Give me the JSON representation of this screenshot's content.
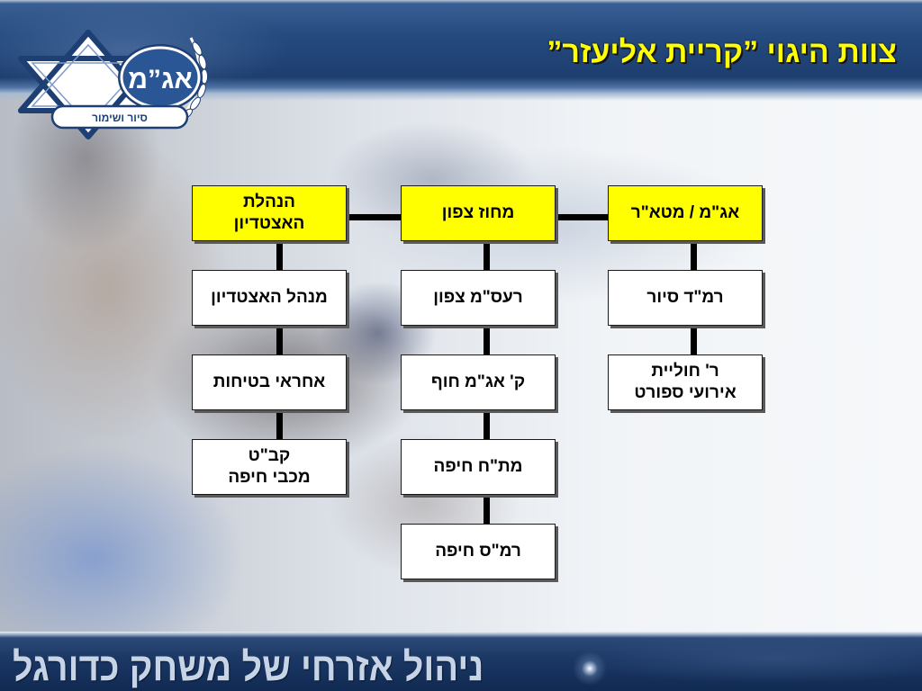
{
  "slide": {
    "title": "צוות היגוי ”קריית אליעזר”",
    "footer_text": "ניהול אזרחי של משחק כדורגל"
  },
  "logo": {
    "emblem_text": "אג”מ",
    "ribbon_text": "סיור ושימור",
    "icons": [
      "star-of-david-icon",
      "laurel-wreath-icon"
    ]
  },
  "colors": {
    "header_blue": "#244a7e",
    "title_yellow": "#ffff00",
    "highlight_box": "#ffff00",
    "box_fill": "#ffffff",
    "connector": "#000000",
    "logo_blue": "#1d3f74",
    "footer_text": "#c6d4e6"
  },
  "org_chart": {
    "columns": [
      {
        "boxes": [
          {
            "lines": [
              "הנהלת",
              "האצטדיון"
            ],
            "highlight": true
          },
          {
            "lines": [
              "מנהל האצטדיון"
            ],
            "highlight": false
          },
          {
            "lines": [
              "אחראי בטיחות"
            ],
            "highlight": false
          },
          {
            "lines": [
              "קב\"ט",
              "מכבי חיפה"
            ],
            "highlight": false
          }
        ]
      },
      {
        "boxes": [
          {
            "lines": [
              "מחוז צפון"
            ],
            "highlight": true
          },
          {
            "lines": [
              "רעס\"מ צפון"
            ],
            "highlight": false
          },
          {
            "lines": [
              "ק' אג\"מ חוף"
            ],
            "highlight": false
          },
          {
            "lines": [
              "מת\"ח חיפה"
            ],
            "highlight": false
          },
          {
            "lines": [
              "רמ\"ס חיפה"
            ],
            "highlight": false
          }
        ]
      },
      {
        "boxes": [
          {
            "lines": [
              "אג\"מ / מטא\"ר"
            ],
            "highlight": true
          },
          {
            "lines": [
              "רמ\"ד סיור"
            ],
            "highlight": false
          },
          {
            "lines": [
              "ר' חוליית",
              "אירועי ספורט"
            ],
            "highlight": false
          }
        ]
      }
    ]
  }
}
